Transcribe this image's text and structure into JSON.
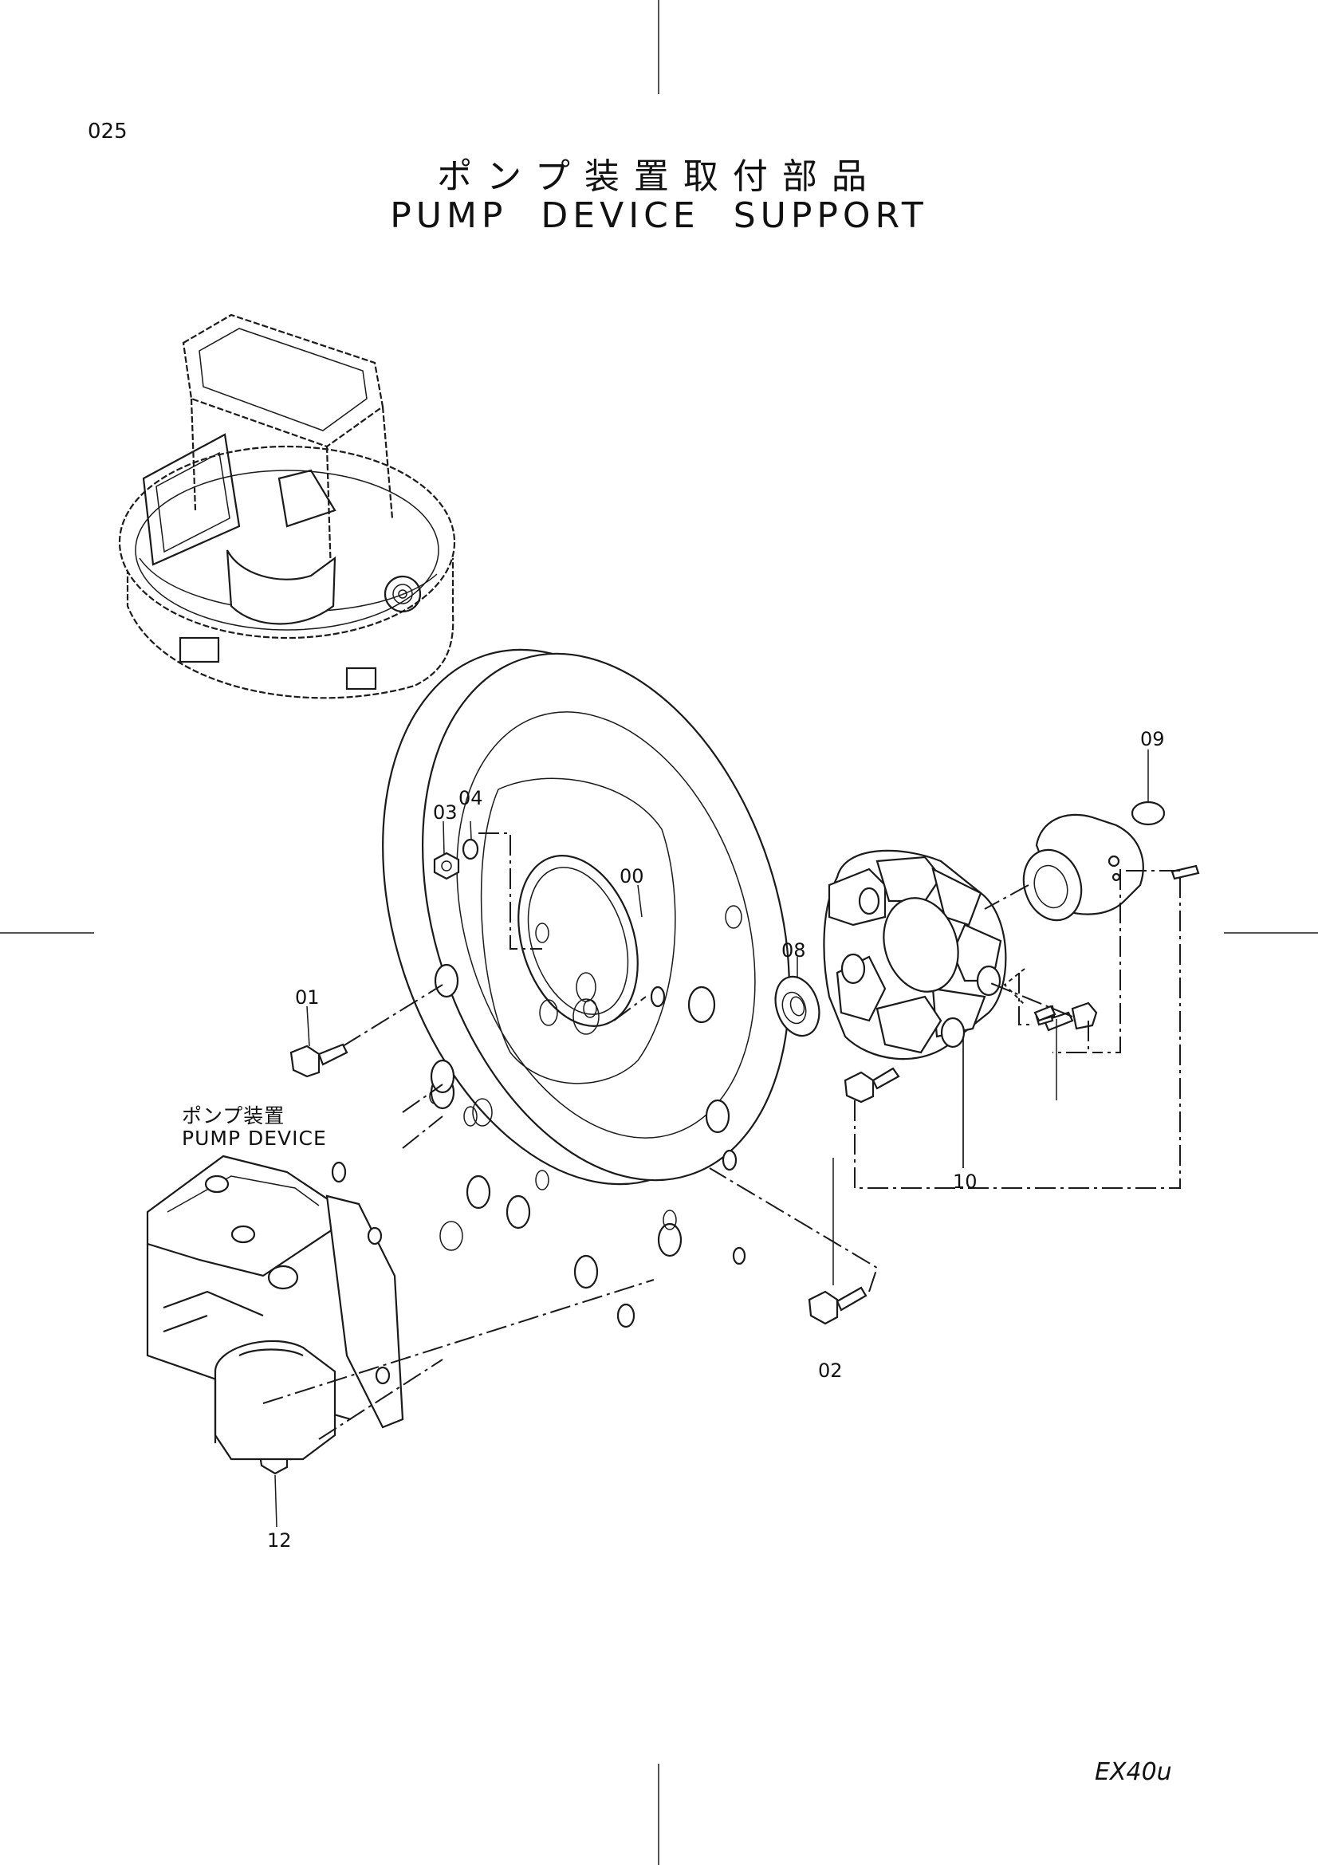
{
  "page_number": "025",
  "title": {
    "japanese": "ポンプ装置取付部品",
    "english": "PUMP DEVICE SUPPORT"
  },
  "sub_assembly": {
    "japanese": "ポンプ装置",
    "english": "PUMP DEVICE"
  },
  "part_labels": {
    "p00": "00",
    "p01": "01",
    "p02": "02",
    "p03": "03",
    "p04": "04",
    "p08": "08",
    "p09": "09",
    "p10": "10",
    "p12": "12"
  },
  "model": "EX40u"
}
